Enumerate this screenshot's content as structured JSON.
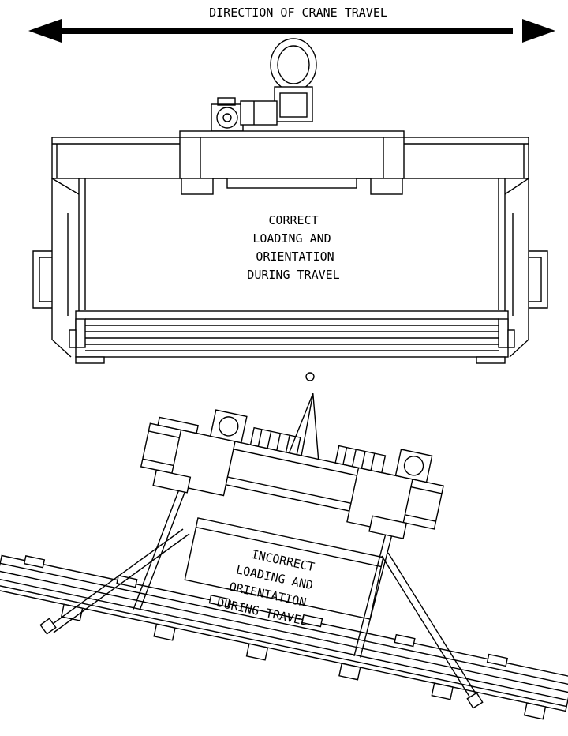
{
  "header": {
    "direction_label": "DIRECTION OF CRANE TRAVEL"
  },
  "correct": {
    "line1": "CORRECT",
    "line2": "LOADING AND",
    "line3": "ORIENTATION",
    "line4": "DURING TRAVEL"
  },
  "incorrect": {
    "line1": "INCORRECT",
    "line2": "LOADING AND",
    "line3": "ORIENTATION",
    "line4": "DURING TRAVEL"
  }
}
